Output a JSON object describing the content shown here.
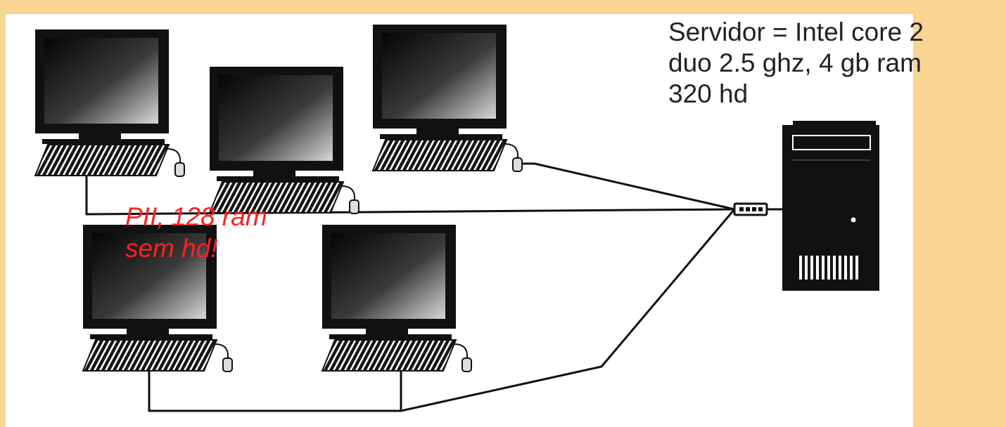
{
  "colors": {
    "slide_background": "#f8d593",
    "panel_background": "#ffffff",
    "server_text": "#222222",
    "client_text": "#ff2020",
    "hardware": "#111111"
  },
  "server": {
    "caption_lines": [
      "Servidor = Intel core 2",
      "duo 2.5 ghz, 4 gb ram",
      "320 hd"
    ]
  },
  "clients": {
    "caption_lines": [
      "PII, 128 ram",
      "sem hd!"
    ]
  },
  "icons": [
    "computer-icon",
    "tower-server-icon",
    "network-switch-icon"
  ]
}
